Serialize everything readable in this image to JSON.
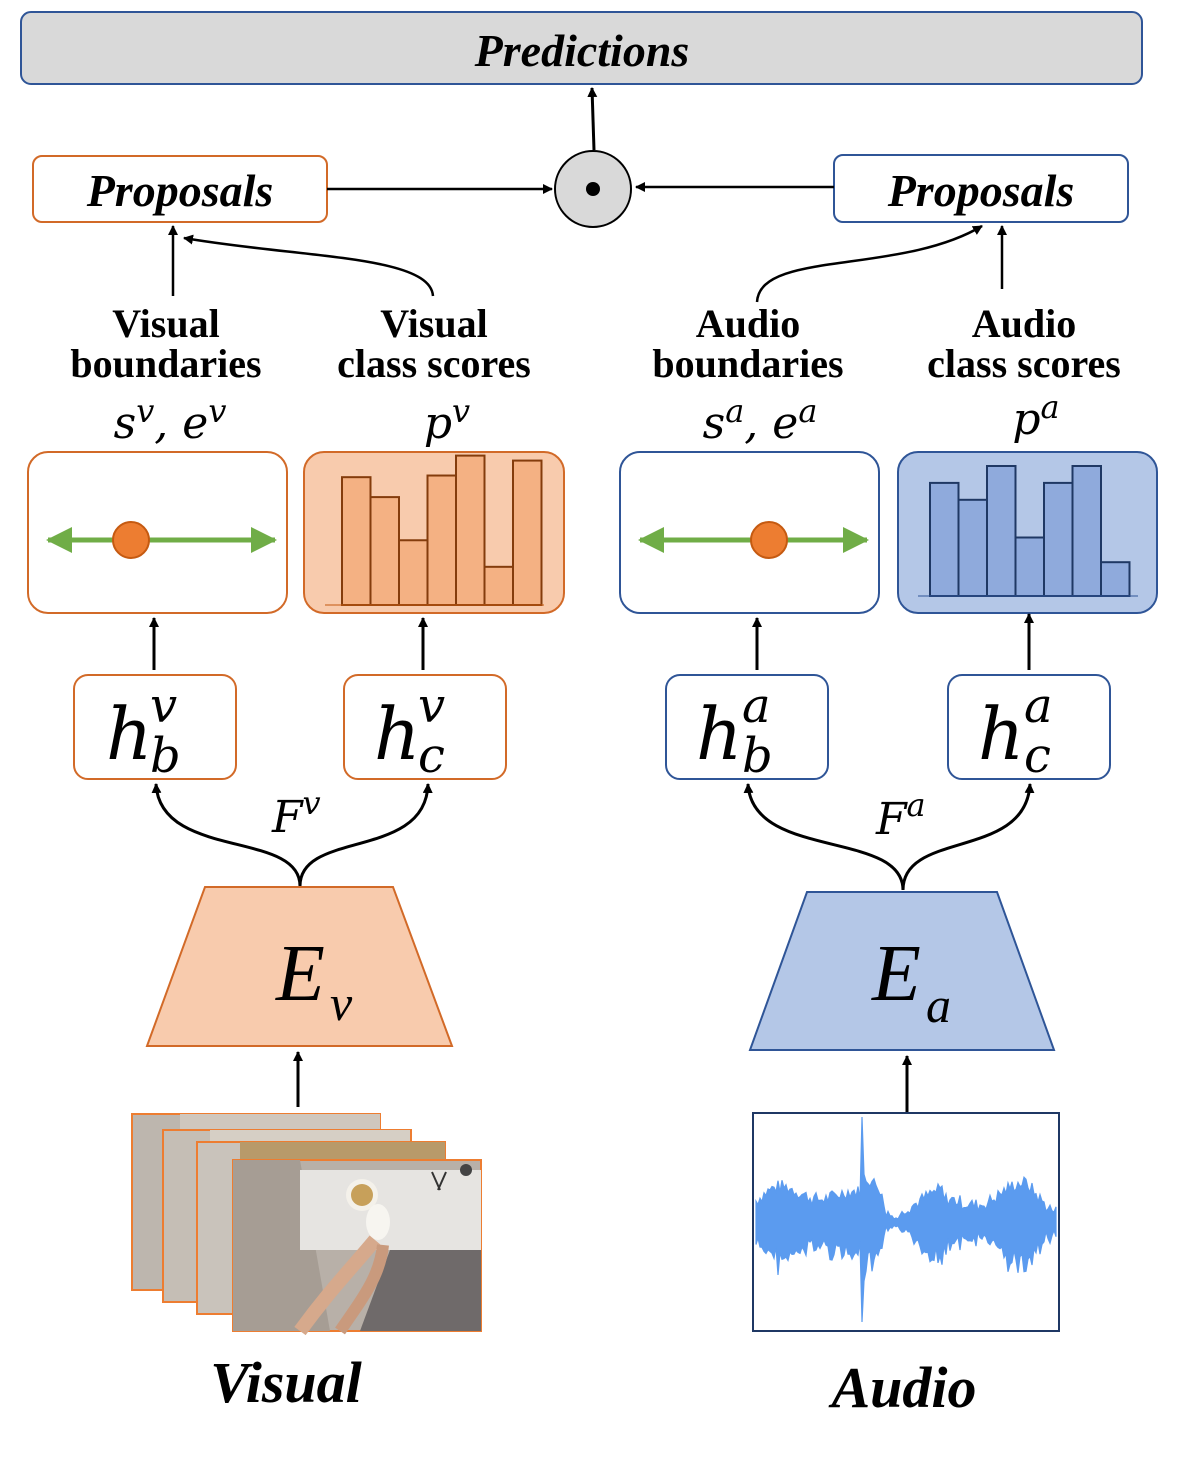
{
  "top": {
    "predictions": "Predictions"
  },
  "fusion": {
    "operator": "⊙"
  },
  "visual": {
    "proposals": "Proposals",
    "boundaries_line1": "Visual",
    "boundaries_line2": "boundaries",
    "class_line1": "Visual",
    "class_line2": "class scores",
    "boundary_sym": "s",
    "boundary_sup": "v",
    "boundary_sym2": "e",
    "boundary_sup2": "v",
    "scores_sym": "p",
    "scores_sup": "v",
    "head_b_base": "h",
    "head_b_sup": "v",
    "head_b_sub": "b",
    "head_c_base": "h",
    "head_c_sup": "v",
    "head_c_sub": "c",
    "feature_base": "F",
    "feature_sup": "v",
    "encoder_base": "E",
    "encoder_sub": "v",
    "input_label": "Visual",
    "bar_values": [
      0.77,
      0.65,
      0.39,
      0.78,
      0.9,
      0.23,
      0.87
    ]
  },
  "audio": {
    "proposals": "Proposals",
    "boundaries_line1": "Audio",
    "boundaries_line2": "boundaries",
    "class_line1": "Audio",
    "class_line2": "class scores",
    "boundary_sym": "s",
    "boundary_sup": "a",
    "boundary_sym2": "e",
    "boundary_sup2": "a",
    "scores_sym": "p",
    "scores_sup": "a",
    "head_b_base": "h",
    "head_b_sup": "a",
    "head_b_sub": "b",
    "head_c_base": "h",
    "head_c_sup": "a",
    "head_c_sub": "c",
    "feature_base": "F",
    "feature_sup": "a",
    "encoder_base": "E",
    "encoder_sub": "a",
    "input_label": "Audio",
    "bar_values": [
      0.87,
      0.74,
      1.0,
      0.45,
      0.87,
      1.0,
      0.26
    ]
  },
  "colors": {
    "visual_stroke": "#d26a28",
    "visual_fill": "#f8cbad",
    "visual_bar": "#f4b183",
    "audio_stroke": "#2f5597",
    "audio_fill": "#b4c7e7",
    "audio_bar": "#8faadc",
    "arrow_green": "#70ad47",
    "dot_orange": "#ed7d31",
    "pred_fill": "#d9d9d9",
    "wave": "#5b9bef"
  }
}
